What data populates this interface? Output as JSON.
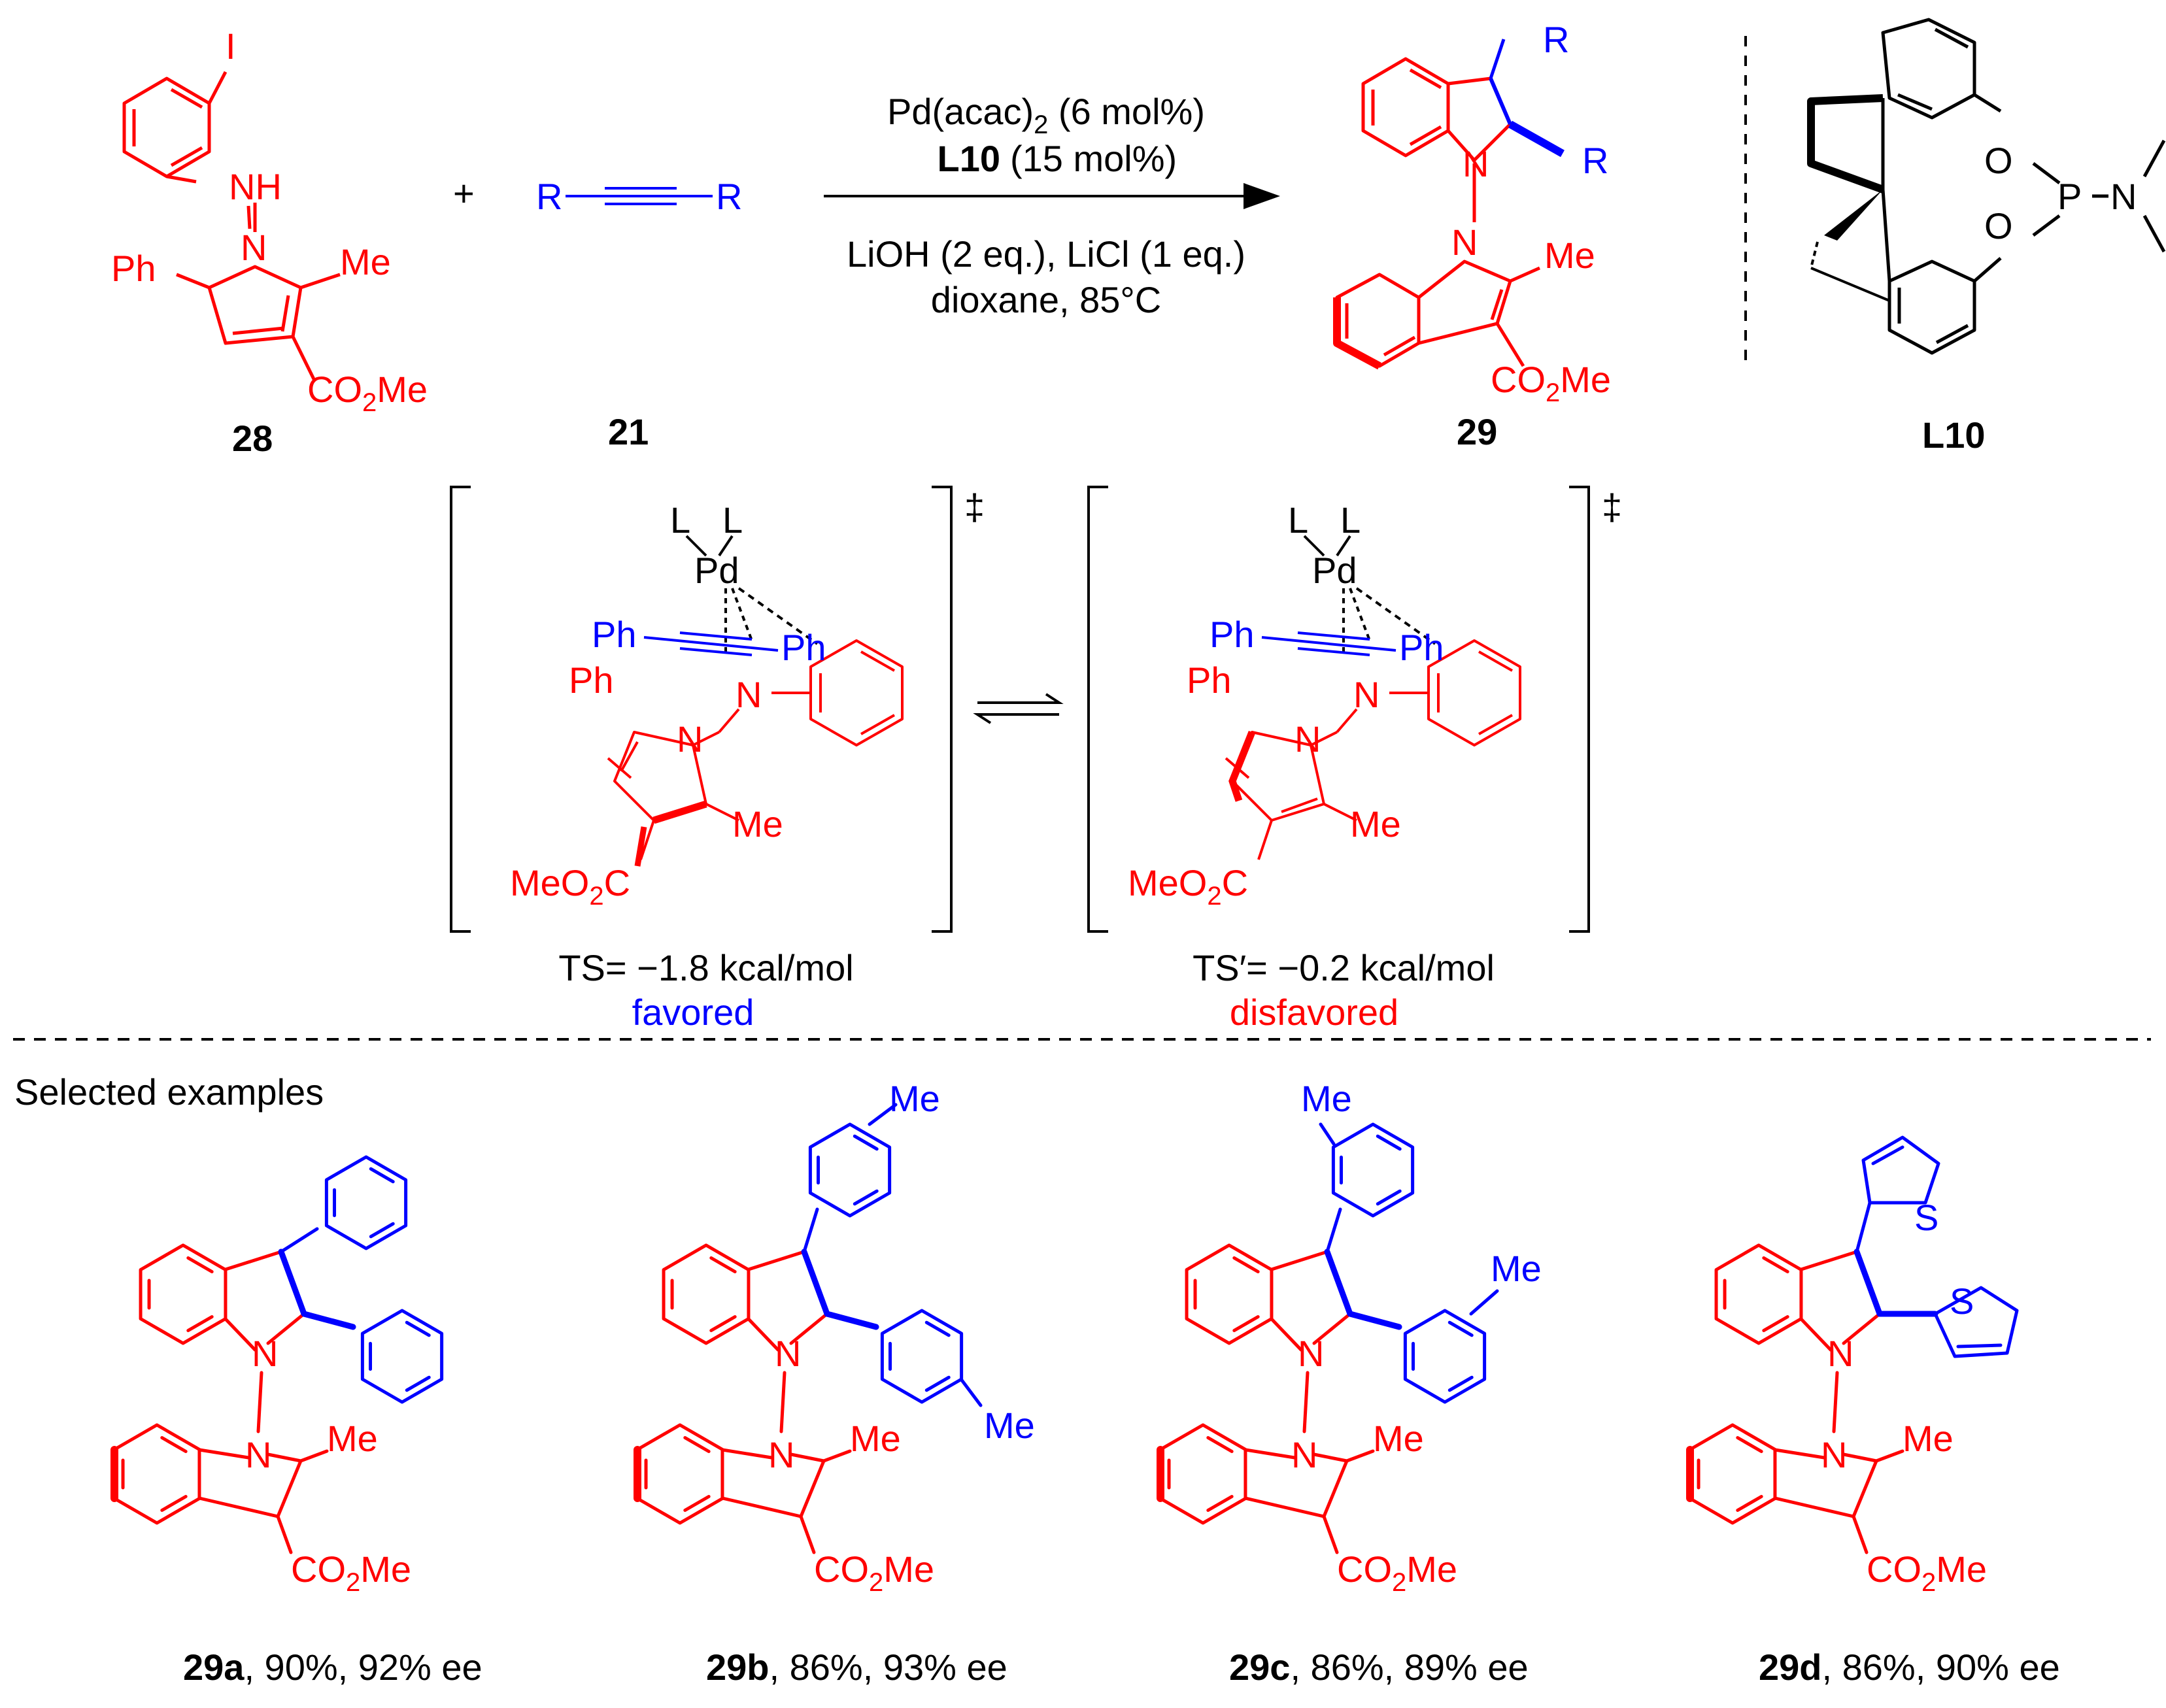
{
  "colors": {
    "red": "#ff0000",
    "blue": "#0000ff",
    "black": "#000000"
  },
  "reaction": {
    "reactant1": {
      "id": "28",
      "iodo": "I",
      "nh": "NH",
      "n": "N",
      "ph": "Ph",
      "me": "Me",
      "co2me": "CO2Me"
    },
    "reactant2": {
      "id": "21",
      "r_left": "R",
      "r_right": "R"
    },
    "plus": "+",
    "conditions": {
      "catalyst": "Pd(acac)2 (6 mol%)",
      "ligand_name": "L10",
      "ligand_loading": "(15 mol%)",
      "base": "LiOH (2 eq.), LiCl (1 eq.)",
      "solvent": "dioxane, 85°C"
    },
    "product": {
      "id": "29",
      "r3": "R",
      "r2": "R",
      "n1": "N",
      "n2": "N",
      "me": "Me",
      "co2me": "CO2Me"
    },
    "ligand": {
      "id": "L10",
      "o1": "O",
      "o2": "O",
      "p": "P",
      "n": "N"
    }
  },
  "transition_states": [
    {
      "id": "ts1",
      "l1": "L",
      "l2": "L",
      "pd": "Pd",
      "ph_blue_left": "Ph",
      "ph_blue_right": "Ph",
      "ph_red": "Ph",
      "n_amine": "N",
      "n_pyrrole": "N",
      "me": "Me",
      "ester": "MeO2C",
      "dagger": "‡",
      "energy": "TS= −1.8 kcal/mol",
      "verdict": "favored",
      "verdict_color": "#0000ff"
    },
    {
      "id": "ts2",
      "l1": "L",
      "l2": "L",
      "pd": "Pd",
      "ph_blue_left": "Ph",
      "ph_blue_right": "Ph",
      "ph_red": "Ph",
      "n_amine": "N",
      "n_pyrrole": "N",
      "me": "Me",
      "ester": "MeO2C",
      "dagger": "‡",
      "energy": "TS′= −0.2 kcal/mol",
      "verdict": "disfavored",
      "verdict_color": "#ff0000"
    }
  ],
  "section_title": "Selected examples",
  "examples": [
    {
      "id": "29a",
      "yield_ee": ", 90%, 92% ee",
      "me": "Me",
      "co2me": "CO2Me",
      "n": "N",
      "substituent": "phenyl"
    },
    {
      "id": "29b",
      "yield_ee": ", 86%, 93% ee",
      "me": "Me",
      "co2me": "CO2Me",
      "n": "N",
      "sub_me": "Me",
      "substituent": "4-methylphenyl"
    },
    {
      "id": "29c",
      "yield_ee": ", 86%, 89% ee",
      "me": "Me",
      "co2me": "CO2Me",
      "n": "N",
      "sub_me": "Me",
      "substituent": "3-methylphenyl"
    },
    {
      "id": "29d",
      "yield_ee": ", 86%, 90% ee",
      "me": "Me",
      "co2me": "CO2Me",
      "n": "N",
      "sub_s": "S",
      "substituent": "2-thienyl"
    }
  ]
}
